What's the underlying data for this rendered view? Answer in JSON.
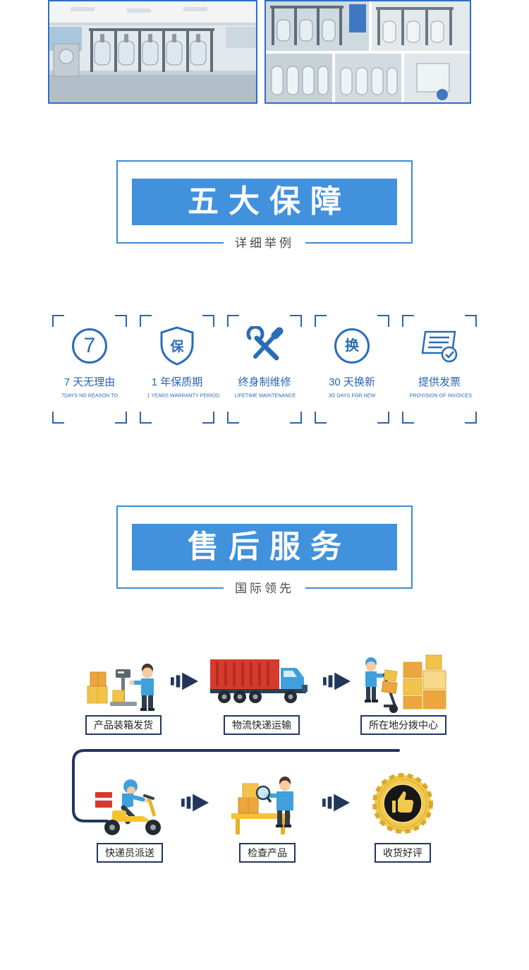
{
  "colors": {
    "banner_blue": "#4191dc",
    "banner_border": "#3d8bd4",
    "guarantee_blue": "#2b6cb8",
    "flow_navy": "#22365c",
    "truck_red": "#d63b2f",
    "box_yellow": "#f3c24b",
    "box_orange": "#eda53f",
    "scooter_yellow": "#f5c332",
    "medal_gold": "#f2c94c",
    "person_blue": "#3fa0dc"
  },
  "guarantee_banner": {
    "title": "五大保障",
    "subtitle": "详细举例"
  },
  "guarantees": [
    {
      "glyph": "7",
      "title": "7 天无理由",
      "subtitle": "7DAYS NO REASON TO"
    },
    {
      "glyph": "保",
      "title": "1 年保质期",
      "subtitle": "1 YEARS WARRANTY PERIOD"
    },
    {
      "glyph": "",
      "title": "终身制维修",
      "subtitle": "LIFETIME MAINTENANCE"
    },
    {
      "glyph": "换",
      "title": "30 天换新",
      "subtitle": "3O DAYS FOR NEW"
    },
    {
      "glyph": "",
      "title": "提供发票",
      "subtitle": "PROVISION OF INVOICES"
    }
  ],
  "service_banner": {
    "title": "售后服务",
    "subtitle": "国际领先"
  },
  "flow": {
    "steps_row1": [
      {
        "label": "产品装箱发货"
      },
      {
        "label": "物流快递运输"
      },
      {
        "label": "所在地分拨中心"
      }
    ],
    "steps_row2": [
      {
        "label": "快递员派送"
      },
      {
        "label": "检查产品"
      },
      {
        "label": "收货好评"
      }
    ]
  }
}
